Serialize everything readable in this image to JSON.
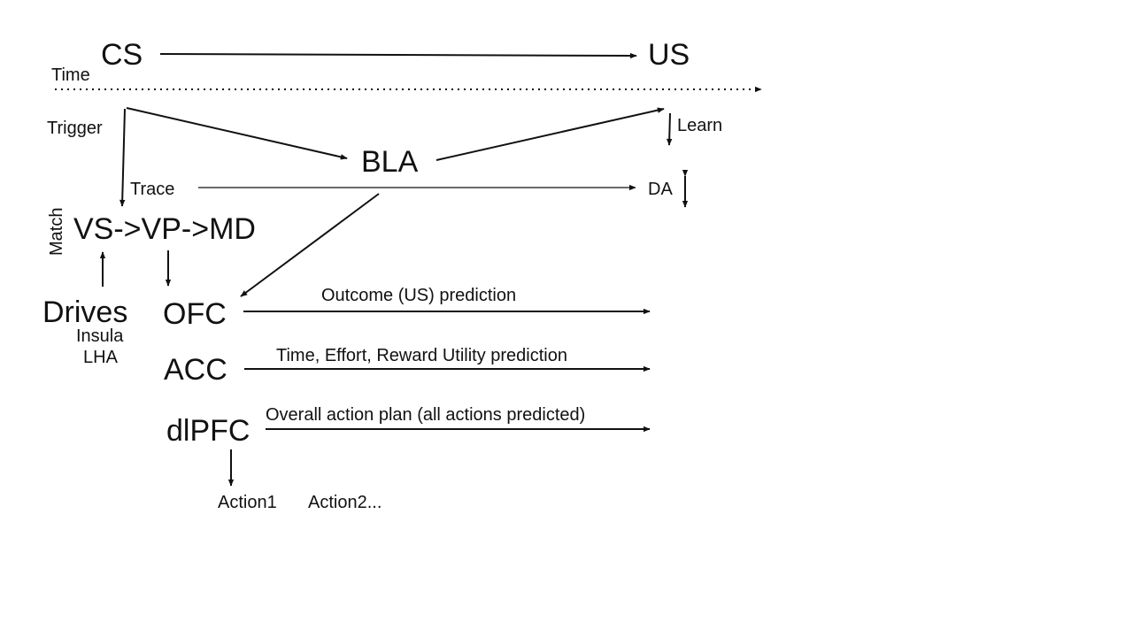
{
  "diagram": {
    "labels": {
      "cs": "CS",
      "us": "US",
      "time": "Time",
      "trigger": "Trigger",
      "bla": "BLA",
      "learn": "Learn",
      "trace": "Trace",
      "da": "DA",
      "match": "Match",
      "pathway": "VS->VP->MD",
      "drives": "Drives",
      "insula": "Insula",
      "lha": "LHA",
      "ofc": "OFC",
      "acc": "ACC",
      "dlpfc": "dlPFC",
      "ofc_output": "Outcome (US) prediction",
      "acc_output": "Time, Effort, Reward Utility prediction",
      "dlpfc_output": "Overall action plan (all actions predicted)",
      "action1": "Action1",
      "action2": "Action2..."
    }
  }
}
